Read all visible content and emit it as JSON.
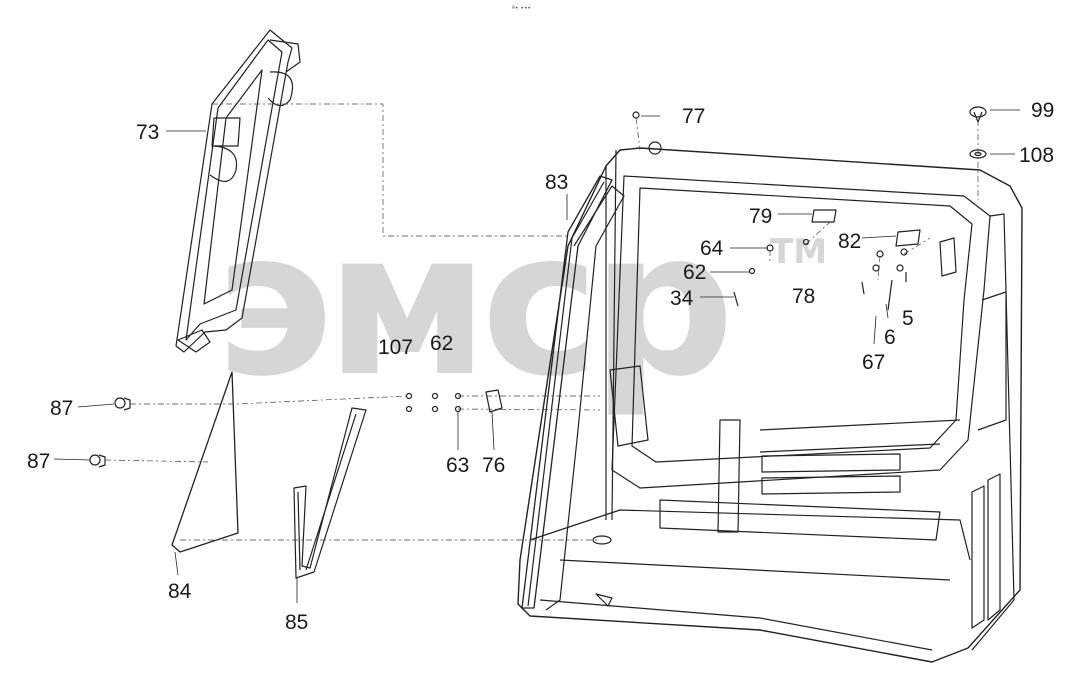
{
  "header_mark": "ª• •••",
  "watermark": {
    "text": "эмср",
    "tm": "TM"
  },
  "callouts": [
    {
      "id": "c73",
      "label": "73"
    },
    {
      "id": "c77",
      "label": "77"
    },
    {
      "id": "c99",
      "label": "99"
    },
    {
      "id": "c108",
      "label": "108"
    },
    {
      "id": "c83",
      "label": "83"
    },
    {
      "id": "c79",
      "label": "79"
    },
    {
      "id": "c64",
      "label": "64"
    },
    {
      "id": "c82",
      "label": "82"
    },
    {
      "id": "c62a",
      "label": "62"
    },
    {
      "id": "c78",
      "label": "78"
    },
    {
      "id": "c34",
      "label": "34"
    },
    {
      "id": "c5",
      "label": "5"
    },
    {
      "id": "c6",
      "label": "6"
    },
    {
      "id": "c67",
      "label": "67"
    },
    {
      "id": "c107",
      "label": "107"
    },
    {
      "id": "c62b",
      "label": "62"
    },
    {
      "id": "c87a",
      "label": "87"
    },
    {
      "id": "c87b",
      "label": "87"
    },
    {
      "id": "c63",
      "label": "63"
    },
    {
      "id": "c76",
      "label": "76"
    },
    {
      "id": "c84",
      "label": "84"
    },
    {
      "id": "c85",
      "label": "85"
    }
  ]
}
